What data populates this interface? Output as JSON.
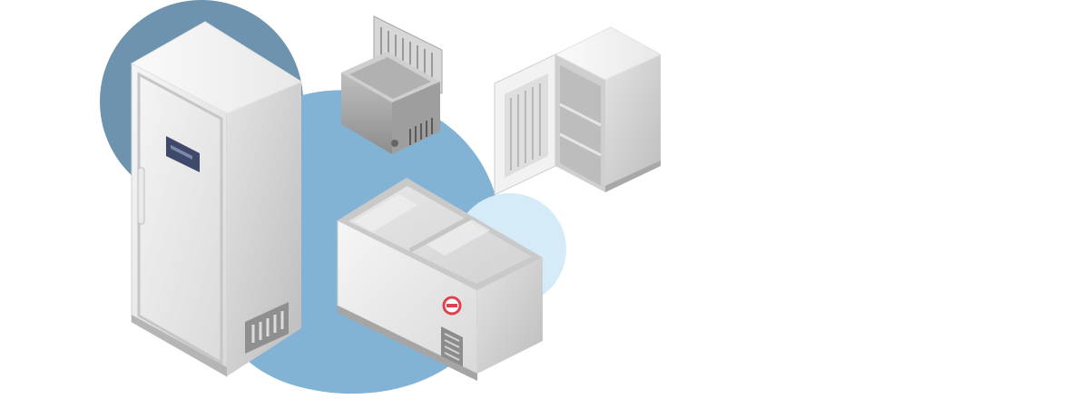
{
  "colors": {
    "background": "#ffffff",
    "blob_dark": "#6d93ae",
    "blob_mid": "#82b2d4",
    "blob_light": "#d6ebf8",
    "appliance_light": "#f4f4f4",
    "appliance_mid": "#dcdcdc",
    "appliance_dark": "#a9a9a9",
    "display_panel": "#3f4a6b",
    "badge_red": "#e0424b"
  },
  "scene": {
    "items": [
      {
        "name": "upright-freezer",
        "icon": "upright-freezer-icon"
      },
      {
        "name": "chest-freezer-open",
        "icon": "chest-freezer-icon"
      },
      {
        "name": "mini-fridge-open",
        "icon": "mini-fridge-icon"
      },
      {
        "name": "glass-top-chest-freezer",
        "icon": "glass-top-freezer-icon"
      }
    ]
  }
}
